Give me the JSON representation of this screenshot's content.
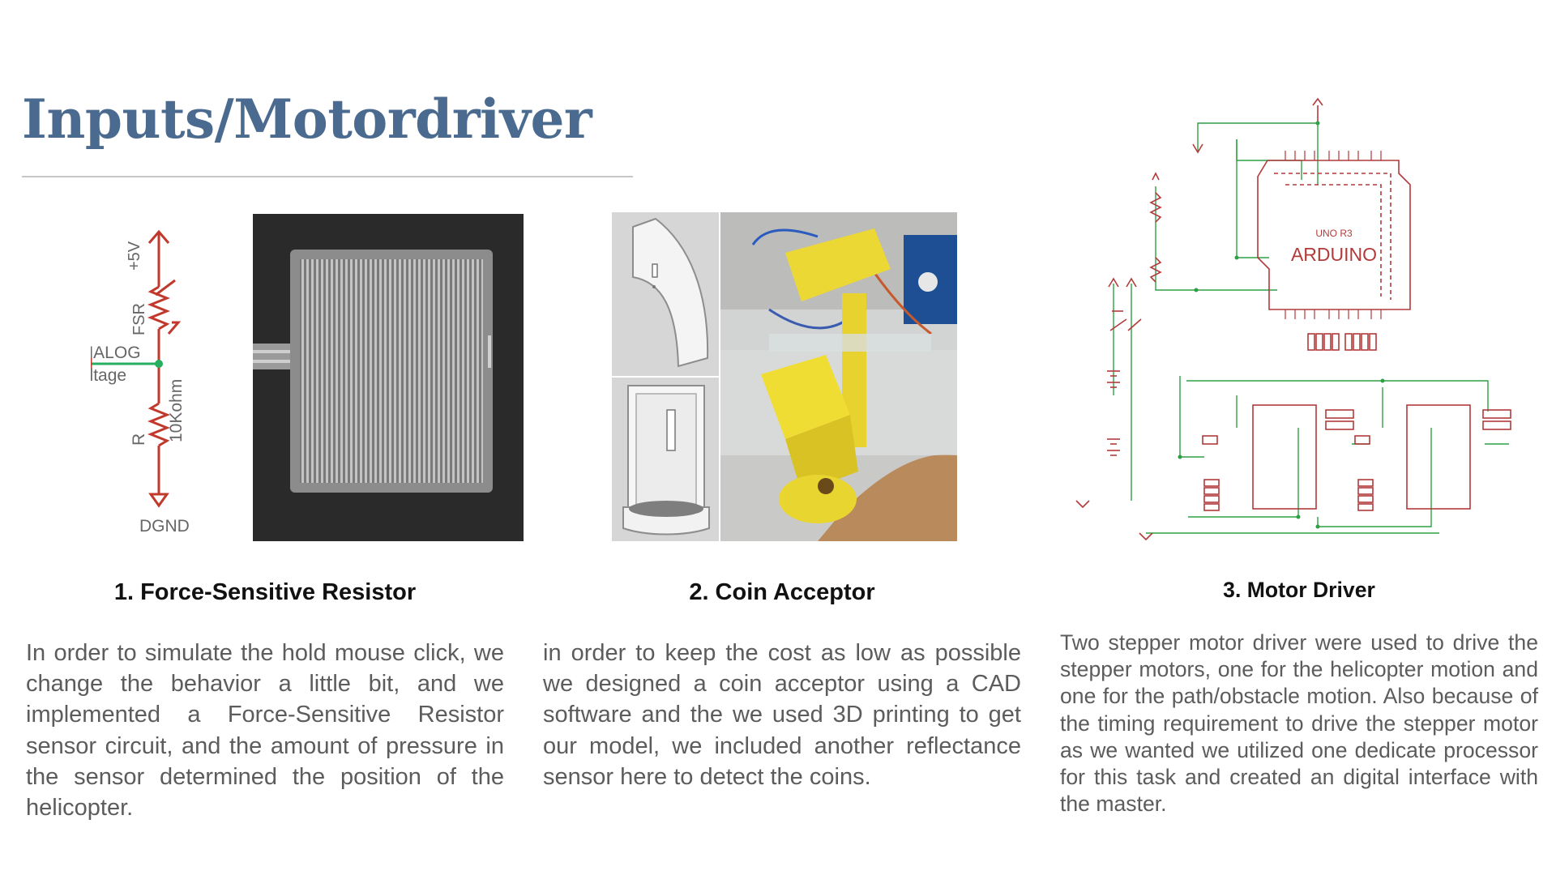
{
  "slide": {
    "title": "Inputs/Motordriver"
  },
  "fsr": {
    "caption": "1. Force-Sensitive Resistor",
    "body": "In order to simulate the hold mouse click, we change the behavior a little bit, and we implemented a Force-Sensitive Resistor sensor circuit, and the amount of pressure in the sensor determined the position of the helicopter.",
    "schematic": {
      "supply_label": "+5V",
      "fsr_label": "FSR",
      "analog_label": "ANALOG",
      "voltage_label": "Voltage",
      "r_label": "R",
      "r_value": "10Kohm",
      "ground_label": "DGND"
    },
    "colors": {
      "wire": "#c0392b",
      "node": "#27ae60",
      "photo_bg": "#2b2b2b",
      "sensor": "#bdbdbd"
    }
  },
  "coin": {
    "caption": "2. Coin Acceptor",
    "body": "in order to keep the cost as low as possible we designed a coin acceptor using a CAD software and the we used 3D printing to get our model, we included another reflectance sensor here to detect the coins.",
    "colors": {
      "printed_part": "#ecd835",
      "cad_panel": "#d4d4d4"
    }
  },
  "motor": {
    "caption": "3. Motor Driver",
    "body": "Two stepper motor driver were used to drive the stepper motors, one for the helicopter motion and one for the path/obstacle motion. Also because of the timing requirement to drive the stepper motor as we wanted we utilized one dedicate processor for this task and created an digital interface with the master.",
    "schematic": {
      "board_model": "UNO R3",
      "board_name": "ARDUINO"
    },
    "colors": {
      "part": "#b33a3a",
      "wire": "#2ea043"
    }
  }
}
